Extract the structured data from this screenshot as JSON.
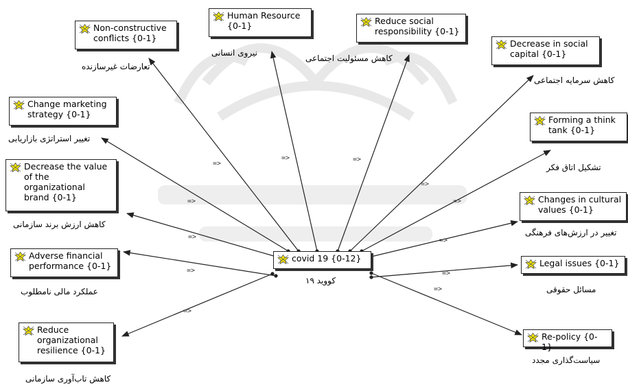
{
  "center": {
    "label": "covid 19 {0-12}",
    "fa": "کووید ۱۹"
  },
  "nodes": [
    {
      "id": "nonconstructive",
      "label": "Non-constructive conflicts {0-1}",
      "fa": "تعارضات غیرسازنده"
    },
    {
      "id": "human",
      "label": "Human Resource {0-1}",
      "fa": "نیروی انسانی"
    },
    {
      "id": "social_resp",
      "label": "Reduce social responsibility {0-1}",
      "fa": "کاهش مسئولیت اجتماعی"
    },
    {
      "id": "social_cap",
      "label": "Decrease in social capital {0-1}",
      "fa": "کاهش سرمایه اجتماعی"
    },
    {
      "id": "marketing",
      "label": "Change marketing strategy {0-1}",
      "fa": "تغییر استراتژی بازاریابی"
    },
    {
      "id": "think_tank",
      "label": "Forming a think tank {0-1}",
      "fa": "تشکیل اتاق فکر"
    },
    {
      "id": "brand",
      "label": "Decrease the value of the organizational brand {0-1}",
      "fa": "کاهش ارزش برند سازمانی"
    },
    {
      "id": "cultural",
      "label": "Changes in cultural values {0-1}",
      "fa": "تغییر در ارزش‌های فرهنگی"
    },
    {
      "id": "financial",
      "label": "Adverse financial performance {0-1}",
      "fa": "عملکرد مالی نامطلوب"
    },
    {
      "id": "legal",
      "label": "Legal issues {0-1}",
      "fa": "مسائل حقوقی"
    },
    {
      "id": "resilience",
      "label": "Reduce organizational resilience {0-1}",
      "fa": "کاهش تاب‌آوری سازمانی"
    },
    {
      "id": "repolicy",
      "label": "Re-policy {0-1}",
      "fa": "سیاست‌گذاری مجدد"
    }
  ],
  "edge_label": "=>",
  "colors": {
    "line": "#222222",
    "icon_fill": "#f2e600",
    "watermark": "#e6e6e6"
  }
}
